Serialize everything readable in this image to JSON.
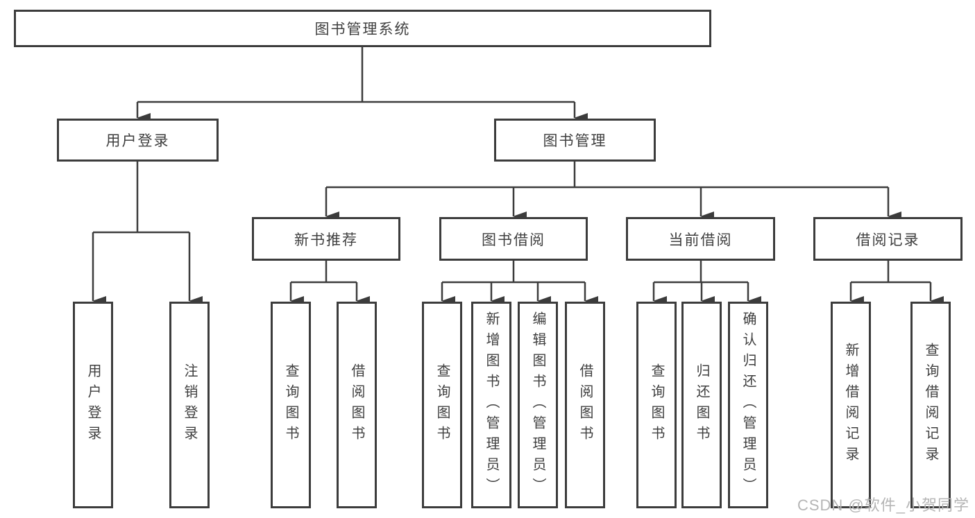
{
  "colors": {
    "line": "#3c3c3c",
    "text": "#3f3f3f",
    "watermark": "#b5b5b5",
    "background": "#ffffff"
  },
  "watermark": "CSDN @软件_小贺同学",
  "nodes": {
    "root": "图书管理系统",
    "user_login": "用户登录",
    "book_mgmt": "图书管理",
    "new_book_rec": "新书推荐",
    "book_borrow": "图书借阅",
    "current_borrow": "当前借阅",
    "borrow_records": "借阅记录",
    "leaf_user_login": "用户登录",
    "leaf_logout": "注销登录",
    "leaf_nb_query": "查询图书",
    "leaf_nb_borrow": "借阅图书",
    "leaf_bb_query": "查询图书",
    "leaf_bb_add": "新增图书（管理员）",
    "leaf_bb_edit": "编辑图书（管理员）",
    "leaf_bb_borrow": "借阅图书",
    "leaf_cb_query": "查询图书",
    "leaf_cb_return": "归还图书",
    "leaf_cb_confirm": "确认归还（管理员）",
    "leaf_br_add": "新增借阅记录",
    "leaf_br_query": "查询借阅记录"
  }
}
